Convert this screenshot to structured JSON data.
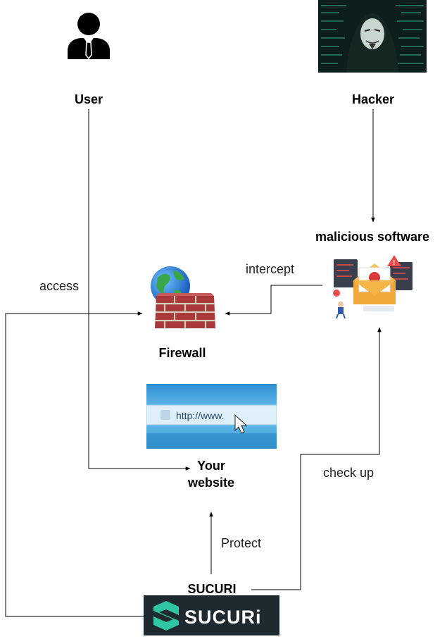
{
  "nodes": {
    "user": "User",
    "hacker": "Hacker",
    "malicious_software": "malicious software",
    "firewall": "Firewall",
    "website_line1": "Your",
    "website_line2": "website",
    "sucuri": "SUCURI"
  },
  "edges": {
    "access": "access",
    "intercept": "intercept",
    "check_up": "check up",
    "protect": "Protect"
  },
  "images": {
    "browser_url": "http://www.",
    "sucuri_logo": "SUCURi"
  },
  "colors": {
    "line": "#000000",
    "hacker_bg": "#0d1f1c",
    "hacker_code": "#46c8a0",
    "browser_blue": "#3d9fd6",
    "logo_bg": "#1f2a30",
    "logo_accent": "#2fc6a3"
  },
  "icons": [
    "user-icon",
    "hacker-image",
    "malware-illustration",
    "firewall-icon",
    "browser-url-image",
    "sucuri-logo"
  ]
}
